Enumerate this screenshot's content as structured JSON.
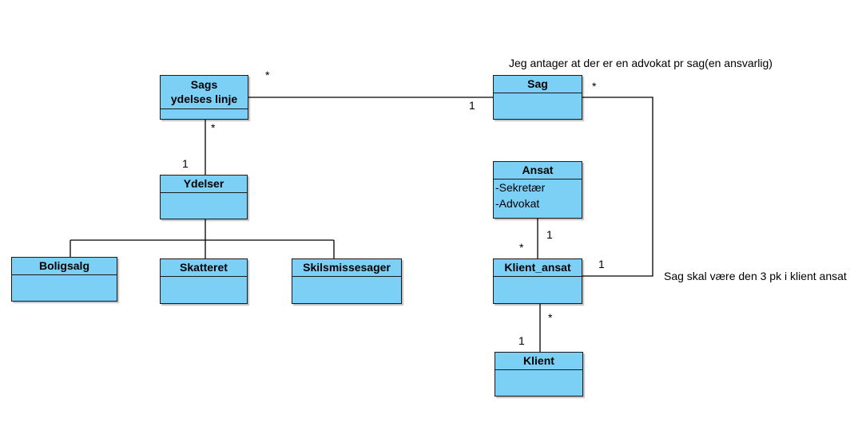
{
  "classes": {
    "sags_ydelses_linje": {
      "line1": "Sags",
      "line2": "ydelses linje"
    },
    "sag": {
      "name": "Sag"
    },
    "ydelser": {
      "name": "Ydelser"
    },
    "ansat": {
      "name": "Ansat",
      "attrs": [
        "-Sekretær",
        "-Advokat"
      ]
    },
    "boligsalg": {
      "name": "Boligsalg"
    },
    "skatteret": {
      "name": "Skatteret"
    },
    "skilsmissesager": {
      "name": "Skilsmissesager"
    },
    "klient_ansat": {
      "name": "Klient_ansat"
    },
    "klient": {
      "name": "Klient"
    }
  },
  "multiplicities": {
    "sags_linje_to_sag_near_linje": "*",
    "sags_linje_to_sag_near_sag": "1",
    "sags_linje_to_ydelser_near_linje": "*",
    "sags_linje_to_ydelser_near_ydelser": "1",
    "sag_to_klient_ansat_near_sag": "*",
    "sag_to_klient_ansat_near_klient_ansat": "1",
    "ansat_to_klient_ansat_near_ansat": "1",
    "ansat_to_klient_ansat_near_klient_ansat": "*",
    "klient_ansat_to_klient_near_klient_ansat": "*",
    "klient_ansat_to_klient_near_klient": "1"
  },
  "notes": {
    "advokat_note": "Jeg antager at der er en advokat pr sag(en ansvarlig)",
    "klient_ansat_note": "Sag skal være den 3 pk i klient ansat"
  }
}
